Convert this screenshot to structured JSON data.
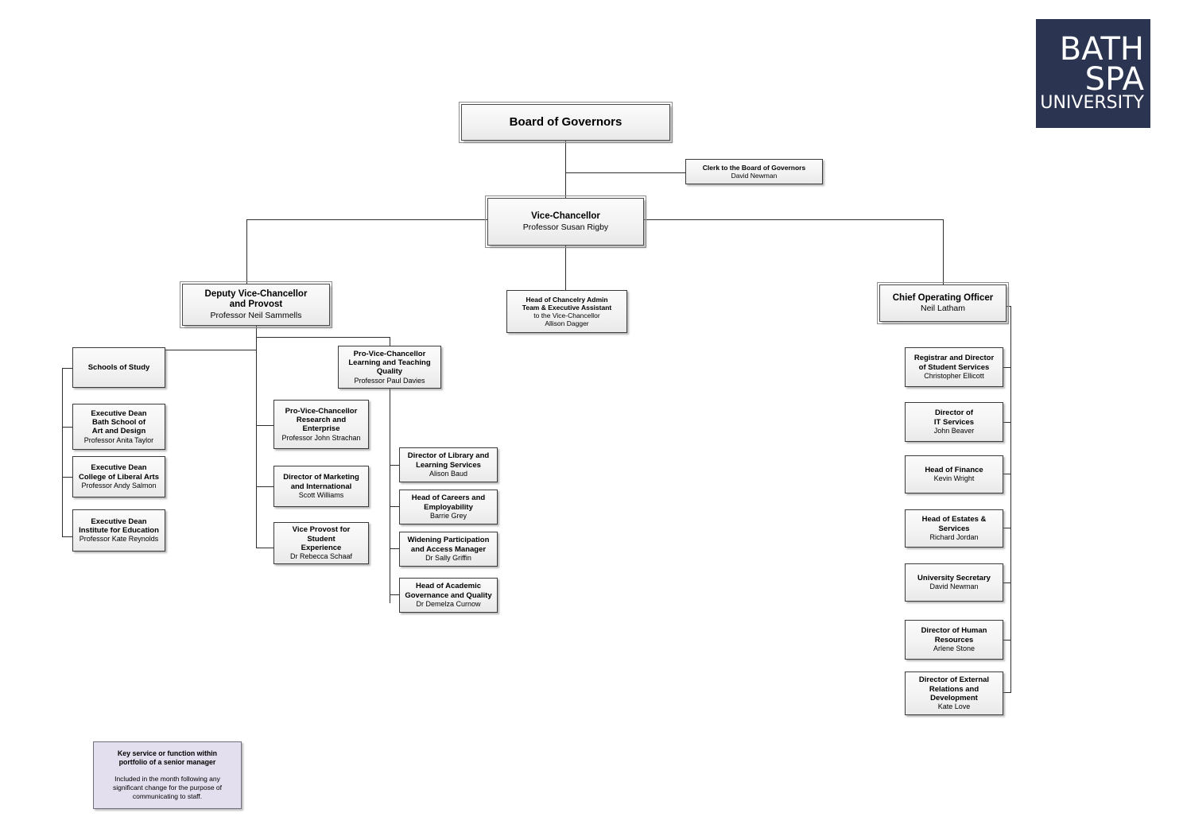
{
  "document": {
    "type": "organisational-chart",
    "organisation": "Bath Spa University"
  },
  "logo": {
    "line1": "BATH",
    "line2": "SPA",
    "line3": "UNIVERSITY",
    "background_color": "#2b3450",
    "text_color": "#ffffff"
  },
  "nodes": {
    "board_of_governors": {
      "title": "Board of Governors",
      "name": ""
    },
    "clerk": {
      "title": "Clerk to the Board of Governors",
      "name": "David Newman"
    },
    "vice_chancellor": {
      "title": "Vice-Chancellor",
      "name": "Professor Susan Rigby"
    },
    "chancelry_admin": {
      "title": "Head of Chancelry Admin\nTeam & Executive Assistant",
      "name": "to the Vice-Chancellor\nAllison Dagger"
    },
    "deputy_vc": {
      "title": "Deputy Vice-Chancellor\nand Provost",
      "name": "Professor Neil Sammells"
    },
    "coo": {
      "title": "Chief Operating Officer",
      "name": "Neil Latham"
    },
    "schools_of_study": {
      "title": "Schools of Study",
      "name": ""
    },
    "dean_art_design": {
      "title": "Executive Dean\nBath School of\nArt and Design",
      "name": "Professor Anita Taylor"
    },
    "dean_liberal_arts": {
      "title": "Executive Dean\nCollege of Liberal Arts",
      "name": "Professor Andy Salmon"
    },
    "dean_education": {
      "title": "Executive Dean\nInstitute for Education",
      "name": "Professor Kate Reynolds"
    },
    "pvc_research": {
      "title": "Pro-Vice-Chancellor\nResearch and\nEnterprise",
      "name": "Professor John Strachan"
    },
    "dir_marketing": {
      "title": "Director of Marketing\nand International",
      "name": "Scott Williams"
    },
    "vice_provost_student": {
      "title": "Vice Provost for Student\nExperience",
      "name": "Dr Rebecca Schaaf"
    },
    "pvc_learning": {
      "title": "Pro-Vice-Chancellor\nLearning and Teaching\nQuality",
      "name": "Professor Paul Davies"
    },
    "dir_library": {
      "title": "Director of Library and\nLearning Services",
      "name": "Alison Baud"
    },
    "head_careers": {
      "title": "Head of Careers and\nEmployability",
      "name": "Barrie Grey"
    },
    "widening_participation": {
      "title": "Widening Participation\nand Access Manager",
      "name": "Dr Sally Griffin"
    },
    "head_academic_gov": {
      "title": "Head of Academic\nGovernance and Quality",
      "name": "Dr Demelza Curnow"
    },
    "registrar": {
      "title": "Registrar and Director\nof Student Services",
      "name": "Christopher Ellicott"
    },
    "dir_it": {
      "title": "Director of\nIT Services",
      "name": "John Beaver"
    },
    "head_finance": {
      "title": "Head of Finance",
      "name": "Kevin Wright"
    },
    "head_estates": {
      "title": "Head of Estates &\nServices",
      "name": "Richard Jordan"
    },
    "university_secretary": {
      "title": "University Secretary",
      "name": "David Newman"
    },
    "dir_hr": {
      "title": "Director of Human\nResources",
      "name": "Arlene Stone"
    },
    "dir_external": {
      "title": "Director of External\nRelations and\nDevelopment",
      "name": "Kate Love"
    }
  },
  "legend": {
    "title": "Key service or function within\nportfolio of a senior manager",
    "body": "Included in the month following any\nsignificant change for the purpose of\ncommunicating to staff.",
    "background_color": "#e3dfee"
  }
}
